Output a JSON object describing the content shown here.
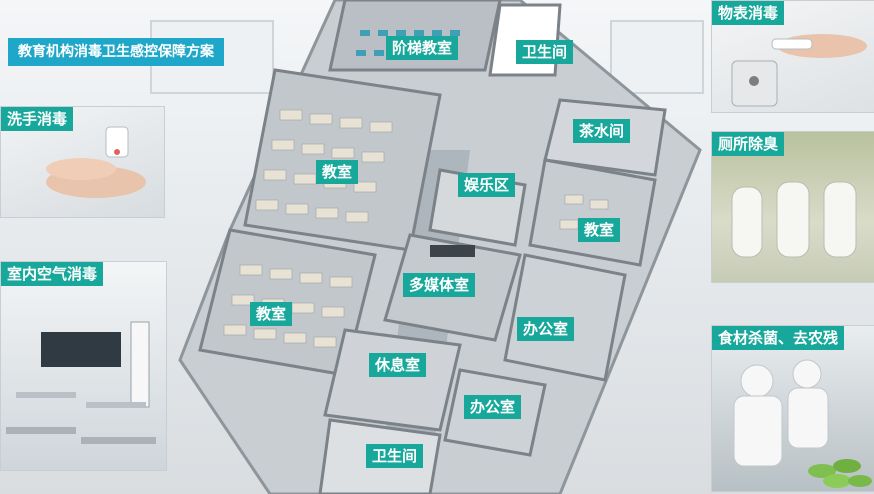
{
  "title": "教育机构消毒卫生感控保障方案",
  "rooms": {
    "stair_classroom": "阶梯教室",
    "restroom_top": "卫生间",
    "tea_room": "茶水间",
    "classroom_a": "教室",
    "entertainment": "娱乐区",
    "classroom_b": "教室",
    "multimedia": "多媒体室",
    "classroom_c": "教室",
    "office_a": "办公室",
    "lounge": "休息室",
    "office_b": "办公室",
    "restroom_bottom": "卫生间"
  },
  "photos": {
    "hand": "洗手消毒",
    "air": "室内空气消毒",
    "surface": "物表消毒",
    "toilet": "厕所除臭",
    "food": "食材杀菌、去农残"
  },
  "colors": {
    "tag": "#17a89b",
    "title_bg": "#1fa7c9"
  }
}
